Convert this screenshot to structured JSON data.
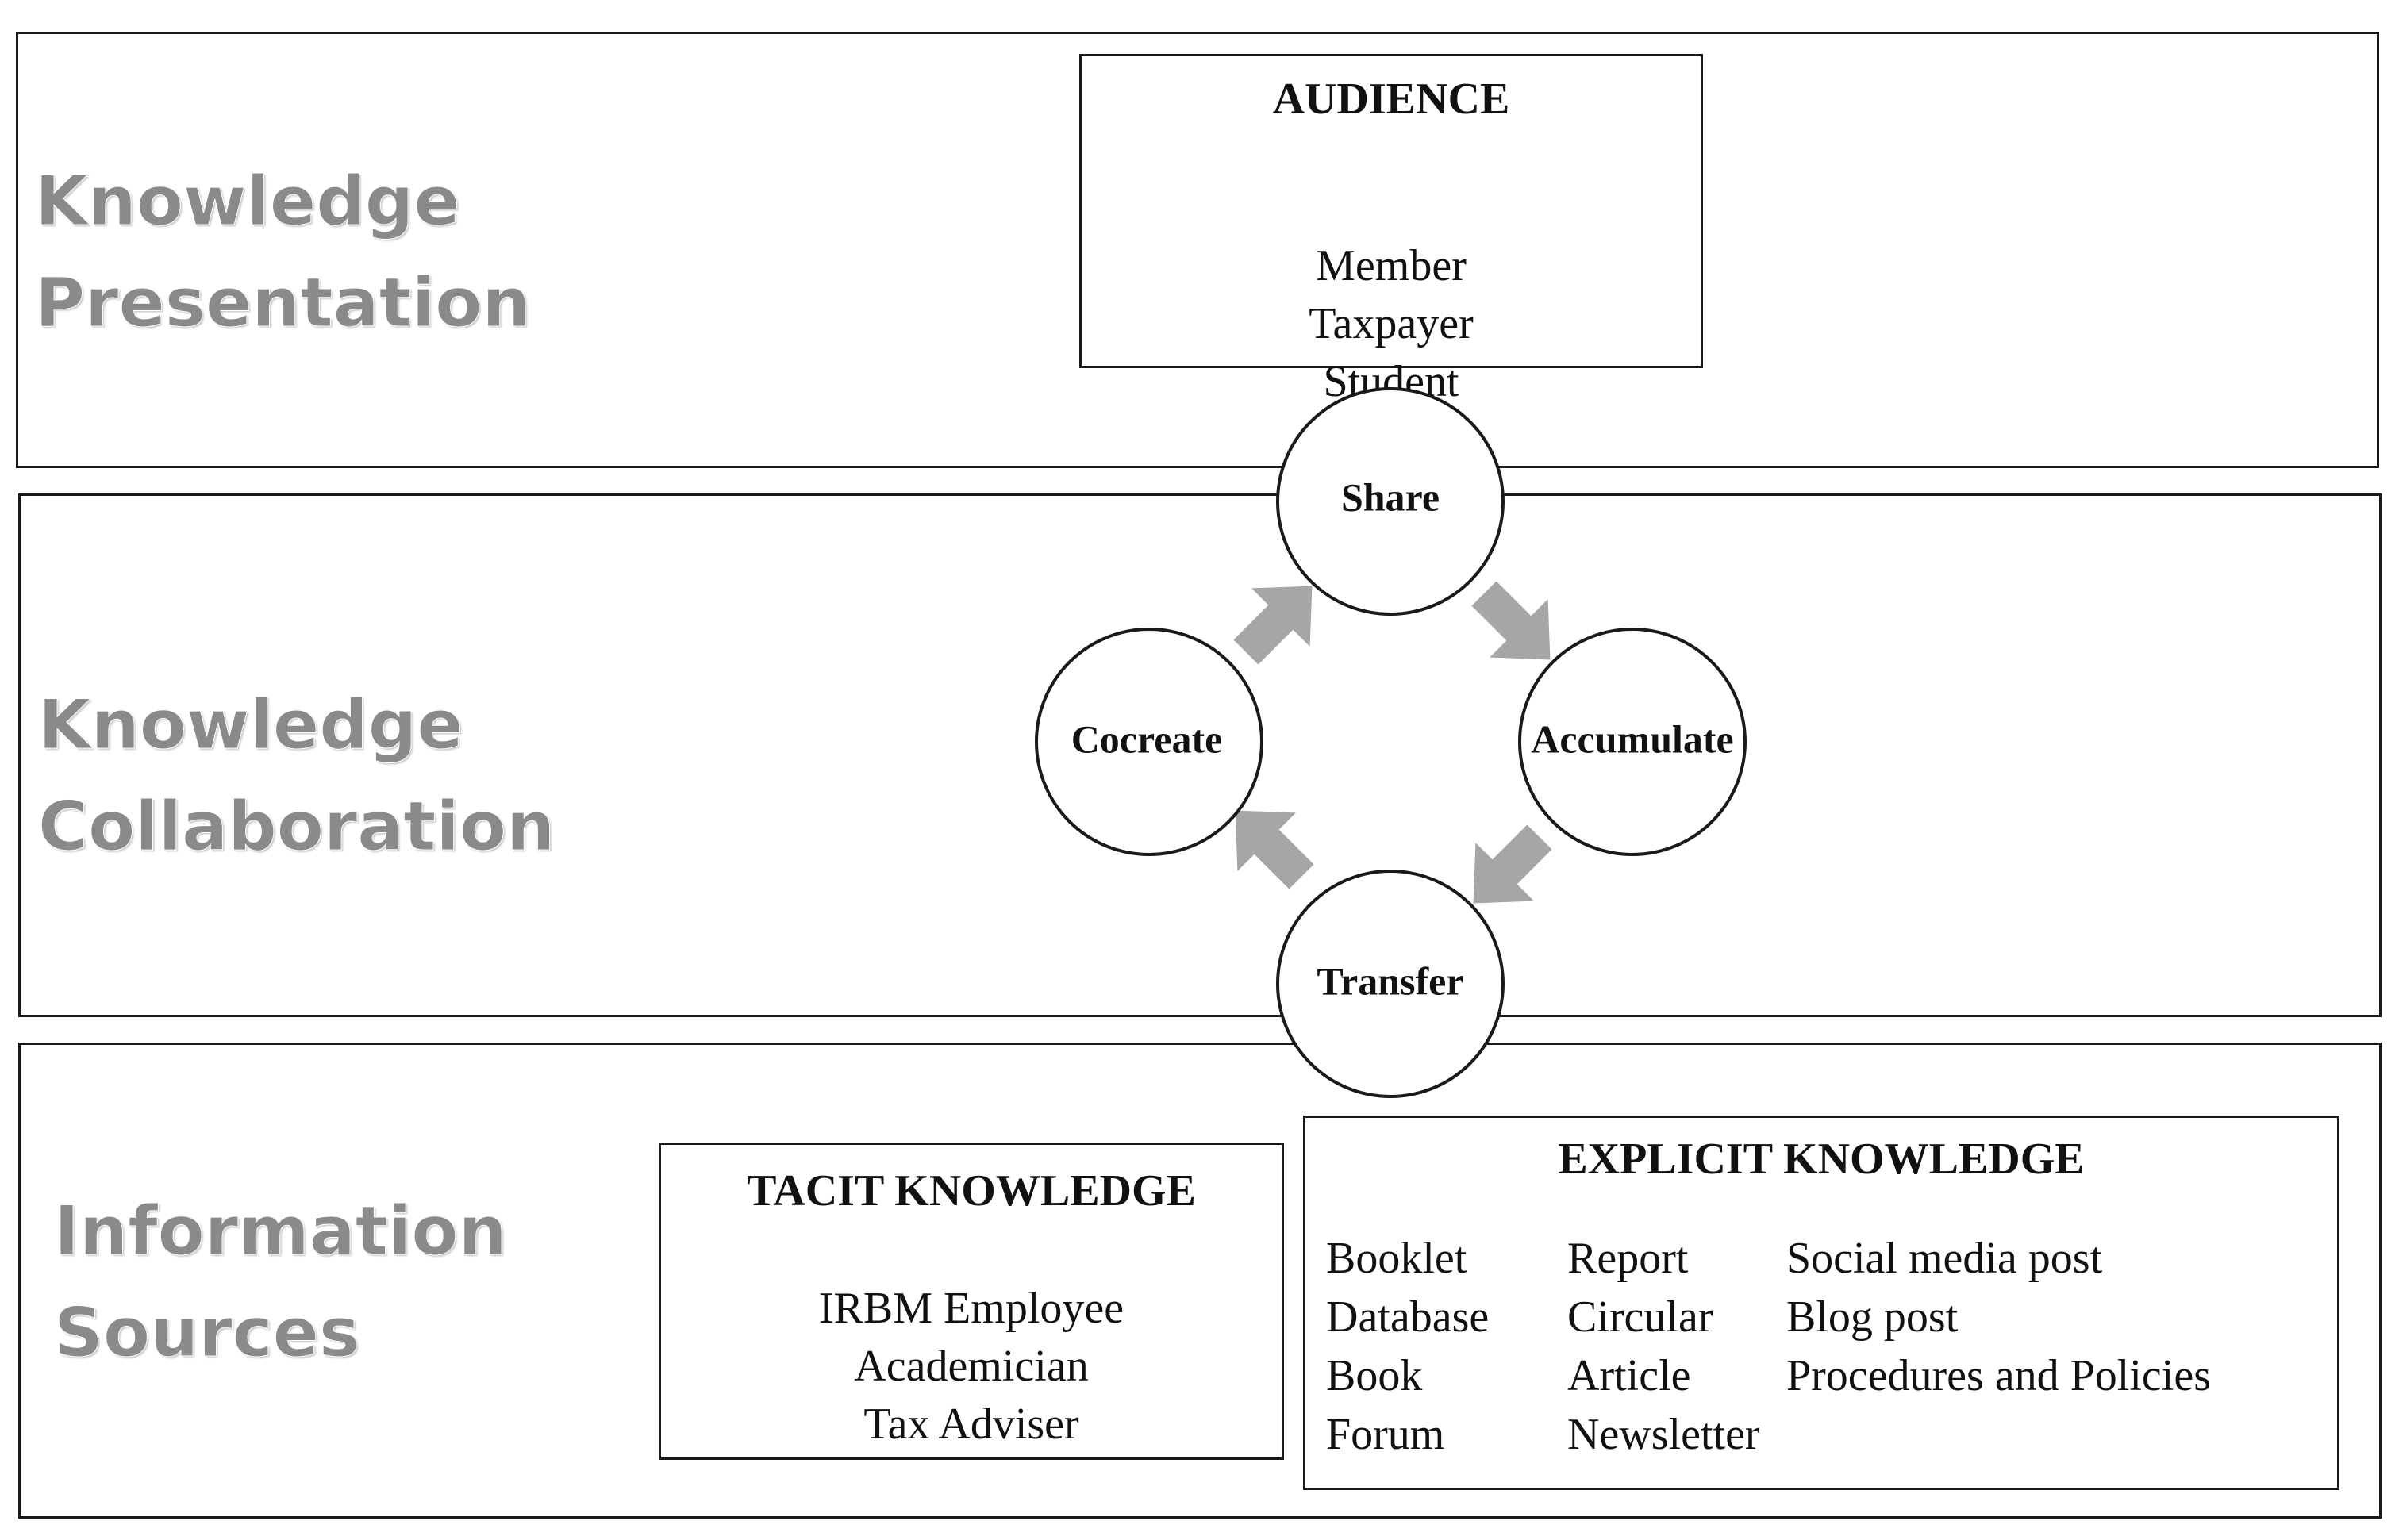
{
  "layers": {
    "presentation": {
      "title_line1": "Knowledge",
      "title_line2": "Presentation"
    },
    "collaboration": {
      "title_line1": "Knowledge",
      "title_line2": "Collaboration"
    },
    "sources": {
      "title_line1": "Information",
      "title_line2": "Sources"
    }
  },
  "audience": {
    "heading": "AUDIENCE",
    "items": [
      "Member",
      "Taxpayer",
      "Student"
    ]
  },
  "cycle": {
    "nodes": {
      "share": "Share",
      "accumulate": "Accumulate",
      "transfer": "Transfer",
      "cocreate": "Cocreate"
    },
    "arrow_color": "#a6a6a6"
  },
  "tacit": {
    "heading": "TACIT KNOWLEDGE",
    "items": [
      "IRBM Employee",
      "Academician",
      "Tax Adviser"
    ]
  },
  "explicit": {
    "heading": "EXPLICIT KNOWLEDGE",
    "columns": [
      [
        "Booklet",
        "Database",
        "Book",
        "Forum"
      ],
      [
        "Report",
        "Circular",
        "Article",
        "Newsletter"
      ],
      [
        "Social media post",
        "Blog post",
        "Procedures and Policies"
      ]
    ]
  }
}
